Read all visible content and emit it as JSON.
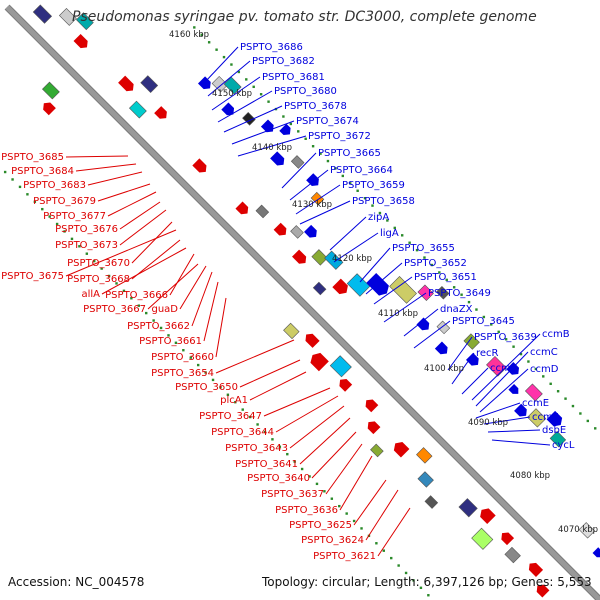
{
  "title": "Pseudomonas syringae pv. tomato str. DC3000, complete genome",
  "accession": "Accession: NC_004578",
  "summary": "Topology: circular; Length: 6,397,126 bp; Genes: 5,553",
  "colors": {
    "forward": "#0000dd",
    "reverse": "#dd0000",
    "backbone": "#999999",
    "tick": "#2a8a2a"
  },
  "kbp_labels": [
    "4160 kbp",
    "4150 kbp",
    "4140 kbp",
    "4130 kbp",
    "4120 kbp",
    "4110 kbp",
    "4100 kbp",
    "4090 kbp",
    "4080 kbp",
    "4070 kbp"
  ],
  "forward_genes": [
    "PSPTO_3686",
    "PSPTO_3682",
    "PSPTO_3681",
    "PSPTO_3680",
    "PSPTO_3678",
    "PSPTO_3674",
    "PSPTO_3672",
    "PSPTO_3665",
    "PSPTO_3664",
    "PSPTO_3659",
    "PSPTO_3658",
    "zipA",
    "ligA",
    "PSPTO_3655",
    "PSPTO_3652",
    "PSPTO_3651",
    "PSPTO_3649",
    "dnaZX",
    "PSPTO_3645",
    "PSPTO_3639",
    "recR",
    "ccmA",
    "ccmB",
    "ccmC",
    "ccmD",
    "ccmE",
    "ccmF",
    "dsbE",
    "cycL"
  ],
  "reverse_genes": [
    "PSPTO_3685",
    "PSPTO_3684",
    "PSPTO_3683",
    "PSPTO_3679",
    "PSPTO_3677",
    "PSPTO_3676",
    "PSPTO_3673",
    "PSPTO_3670",
    "PSPTO_3675",
    "PSPTO_3668",
    "allA",
    "PSPTO_3666",
    "PSPTO_3667",
    "guaD",
    "PSPTO_3662",
    "PSPTO_3661",
    "PSPTO_3660",
    "PSPTO_3654",
    "PSPTO_3650",
    "plcA1",
    "PSPTO_3647",
    "PSPTO_3644",
    "PSPTO_3643",
    "PSPTO_3641",
    "PSPTO_3640",
    "PSPTO_3637",
    "PSPTO_3636",
    "PSPTO_3625",
    "PSPTO_3624",
    "PSPTO_3621"
  ]
}
